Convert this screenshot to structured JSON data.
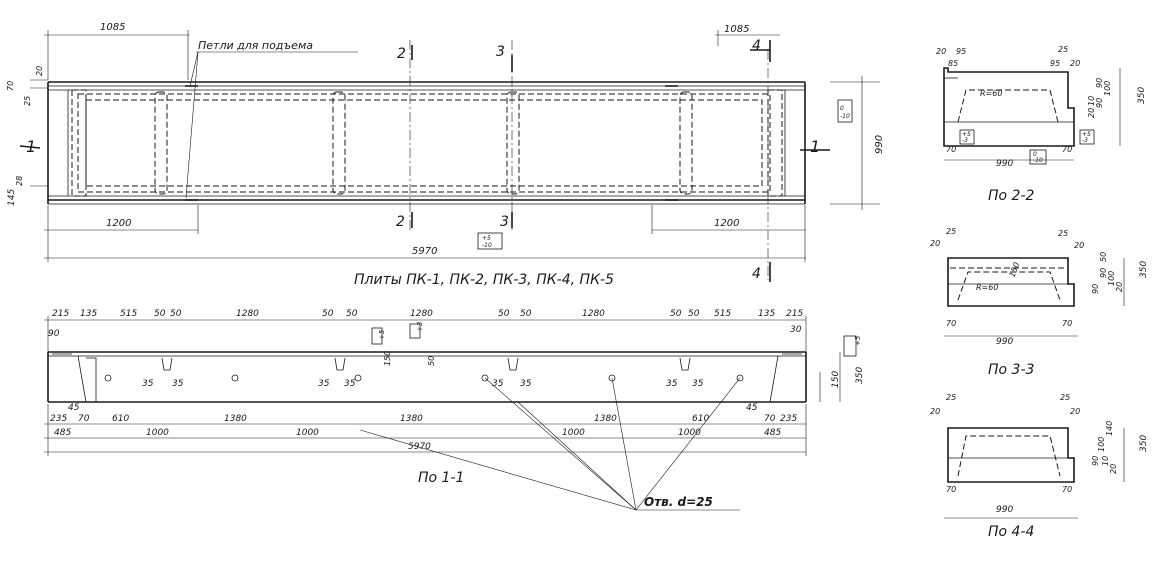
{
  "colors": {
    "paper": "#ffffff",
    "ink": "#1a1a1a"
  },
  "plan": {
    "top_dims": [
      "1085",
      "1085"
    ],
    "note": "Петли для подъема",
    "left_dims": [
      "70",
      "20",
      "25",
      "145",
      "28"
    ],
    "bottom_dims": [
      "1200",
      "1200"
    ],
    "length": "5970",
    "tol_length": "+5\n-10",
    "width": "990",
    "tol_width": "0\n-10",
    "section_marks": [
      "1",
      "1",
      "2",
      "2",
      "3",
      "3",
      "4",
      "4"
    ],
    "caption": "Плиты ПК-1, ПК-2, ПК-3, ПК-4, ПК-5"
  },
  "section11": {
    "top_dims": [
      "215",
      "135",
      "515",
      "50",
      "50",
      "1280",
      "50",
      "50",
      "1280",
      "50",
      "50",
      "1280",
      "50",
      "50",
      "515",
      "135",
      "215"
    ],
    "small_dims": [
      "90",
      "30",
      "35",
      "35",
      "35",
      "35",
      "35",
      "35",
      "35",
      "35",
      "45",
      "45"
    ],
    "tolerances": [
      "+5",
      "+3",
      "+5"
    ],
    "vertical_dims": [
      "150",
      "50",
      "150",
      "350"
    ],
    "row1": [
      "235",
      "70",
      "610",
      "1380",
      "1380",
      "1380",
      "610",
      "70",
      "235"
    ],
    "row2": [
      "485",
      "1000",
      "1000",
      "1000",
      "1000",
      "485"
    ],
    "total": "5970",
    "caption": "По 1-1",
    "hole_note": "Отв. d=25"
  },
  "section22": {
    "dims": [
      "20",
      "95",
      "85",
      "25",
      "95",
      "20",
      "R=60",
      "90",
      "100",
      "90",
      "10",
      "20",
      "350",
      "70",
      "70",
      "990"
    ],
    "tolerances": [
      "+5\n-3",
      "+5\n-3",
      "0\n-10"
    ],
    "caption": "По 2-2"
  },
  "section33": {
    "dims": [
      "25",
      "20",
      "25",
      "20",
      "150",
      "R=60",
      "50",
      "90",
      "100",
      "90",
      "20",
      "350",
      "70",
      "70",
      "990"
    ],
    "caption": "По 3-3"
  },
  "section44": {
    "dims": [
      "25",
      "20",
      "25",
      "20",
      "140",
      "100",
      "90",
      "10",
      "20",
      "350",
      "70",
      "70",
      "990"
    ],
    "caption": "По 4-4"
  }
}
